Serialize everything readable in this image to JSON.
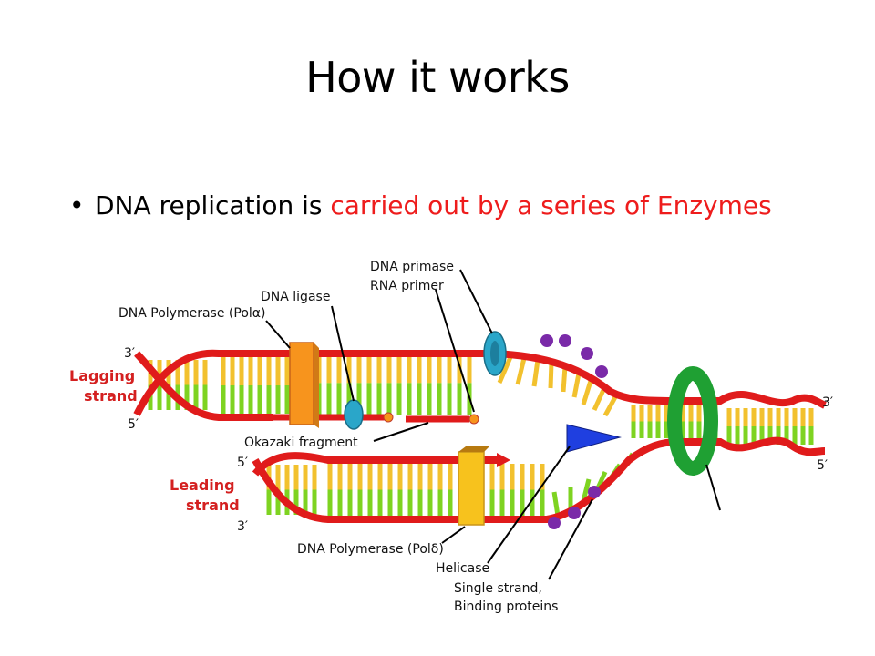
{
  "slide": {
    "title": "How it works",
    "bullet": {
      "text_plain": "DNA replication is ",
      "text_highlight": "carried out by a series of Enzymes",
      "highlight_color": "#ee1c1c"
    }
  },
  "diagram": {
    "labels": {
      "dna_primase": "DNA primase",
      "rna_primer": "RNA primer",
      "dna_ligase": "DNA ligase",
      "pol_alpha": "DNA Polymerase (Polα)",
      "okazaki": "Okazaki fragment",
      "pol_delta": "DNA Polymerase (Polδ)",
      "helicase": "Helicase",
      "ssb_line1": "Single strand,",
      "ssb_line2": "Binding proteins"
    },
    "strand_names": {
      "lagging_line1": "Lagging",
      "lagging_line2": "strand",
      "leading_line1": "Leading",
      "leading_line2": "strand"
    },
    "ends": {
      "lag_top": "3′",
      "lag_bottom": "5′",
      "lead_top": "5′",
      "lead_bottom": "3′",
      "right_top": "3′",
      "right_bottom": "5′"
    },
    "colors": {
      "backbone": "#e01b1b",
      "base_yellow": "#f2c12e",
      "base_green": "#7ed321",
      "polymerase": "#f7941d",
      "helicase": "#1f3fe0",
      "ssb": "#7a2aa8",
      "primase": "#2aa6c9",
      "clamp": "#1fa033"
    }
  }
}
